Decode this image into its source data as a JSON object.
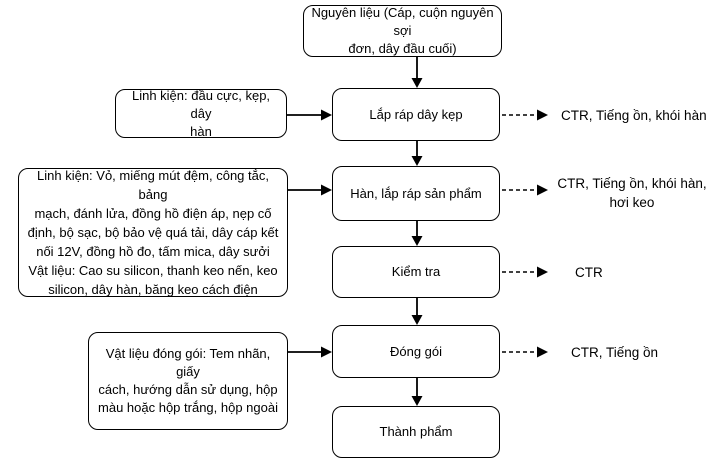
{
  "diagram": {
    "title_hint": "production-process-flowchart",
    "nodes": {
      "start": "Nguyên liệu (Cáp, cuộn nguyên sợi\nđơn, dây đầu cuối)",
      "step1": "Lắp ráp dây kẹp",
      "step2": "Hàn, lắp ráp sản phẩm",
      "step3": "Kiểm tra",
      "step4": "Đóng gói",
      "end": "Thành phẩm"
    },
    "inputs": {
      "step1": "Linh kiện: đầu cực, kẹp, dây\nhàn",
      "step2": "Linh kiện: Vỏ, miếng mút đệm, công tắc, bảng\nmạch, đánh lửa, đồng hồ điện áp, nẹp cố\nđịnh, bộ sạc, bộ bảo vệ quá tải, dây cáp kết\nnối 12V, đồng hồ đo, tấm mica, dây sưởi\nVật liệu: Cao su silicon, thanh keo nến, keo\nsilicon, dây hàn, băng keo cách điện",
      "step4": "Vật liệu đóng gói: Tem nhãn, giấy\ncách, hướng dẫn sử dụng, hộp\nmàu hoặc hộp trắng, hộp ngoài"
    },
    "outputs": {
      "step1": "CTR, Tiếng ồn, khói hàn",
      "step2": "CTR, Tiếng ồn, khói hàn,\nhơi keo",
      "step3": "CTR",
      "step4": "CTR, Tiếng ồn"
    },
    "colors": {
      "stroke": "#000000",
      "fill": "#ffffff",
      "text": "#000000",
      "background": "#ffffff"
    }
  }
}
